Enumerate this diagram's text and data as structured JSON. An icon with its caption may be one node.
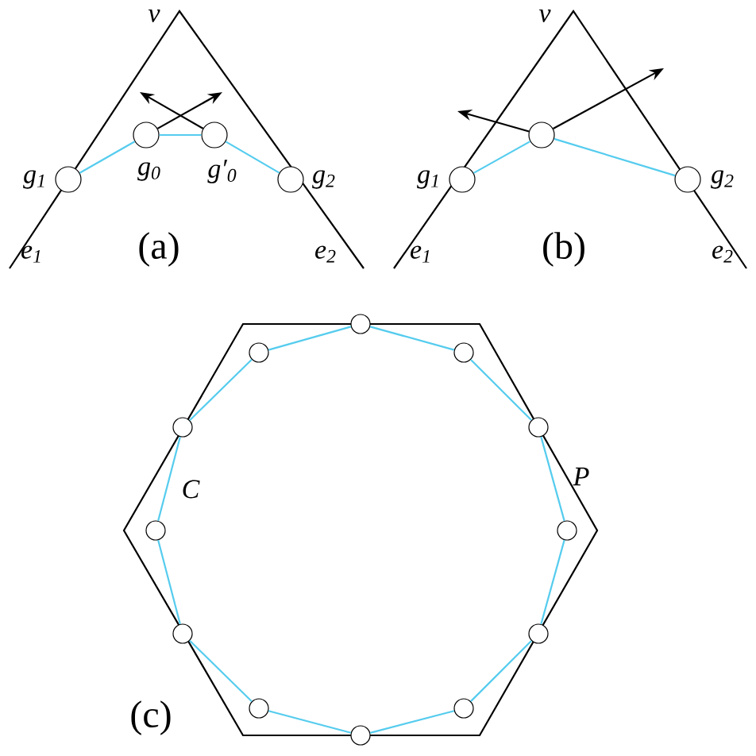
{
  "diagram": {
    "nodes": [
      {
        "text": [],
        "shape": "circle",
        "beside": [
          "g$_{1}$"
        ]
      },
      {
        "text": [],
        "shape": "circle",
        "beside": [
          "g$_{0}$"
        ]
      },
      {
        "text": [],
        "shape": "circle",
        "beside": [
          "g′$_{0}$"
        ]
      },
      {
        "text": [],
        "shape": "circle",
        "beside": [
          "g$_{2}$"
        ]
      },
      {
        "text": [],
        "shape": "circle",
        "beside": [
          "g$_{1}$"
        ]
      },
      {
        "text": [],
        "shape": "circle"
      },
      {
        "text": [],
        "shape": "circle",
        "beside": [
          "g$_{2}$"
        ]
      },
      {
        "text": [],
        "shape": "circle"
      },
      {
        "text": [],
        "shape": "circle"
      },
      {
        "text": [],
        "shape": "circle"
      },
      {
        "text": [],
        "shape": "circle"
      },
      {
        "text": [],
        "shape": "circle"
      },
      {
        "text": [],
        "shape": "circle"
      },
      {
        "text": [],
        "shape": "circle"
      },
      {
        "text": [],
        "shape": "circle"
      },
      {
        "text": [],
        "shape": "circle"
      },
      {
        "text": [],
        "shape": "circle"
      },
      {
        "text": [],
        "shape": "circle"
      },
      {
        "text": [],
        "shape": "circle"
      }
    ],
    "edges": [
      {
        "from": 0,
        "to": 1,
        "arrow": "none"
      },
      {
        "from": 1,
        "to": 2,
        "arrow": "none"
      },
      {
        "from": 2,
        "to": 3,
        "arrow": "none"
      },
      {
        "from": 1,
        "to": null,
        "arrow": "to",
        "color": "#000000"
      },
      {
        "from": 2,
        "to": null,
        "arrow": "to",
        "color": "#000000"
      },
      {
        "from": 4,
        "to": 5,
        "arrow": "none"
      },
      {
        "from": 5,
        "to": 6,
        "arrow": "none"
      },
      {
        "from": 5,
        "to": null,
        "arrow": "to",
        "color": "#000000"
      },
      {
        "from": 5,
        "to": null,
        "arrow": "to",
        "color": "#000000"
      },
      {
        "from": 7,
        "to": 9,
        "arrow": "none"
      },
      {
        "from": 9,
        "to": 11,
        "arrow": "none"
      },
      {
        "from": 11,
        "to": 13,
        "arrow": "none"
      },
      {
        "from": 13,
        "to": 15,
        "arrow": "none"
      },
      {
        "from": 15,
        "to": 17,
        "arrow": "none"
      },
      {
        "from": 17,
        "to": 18,
        "arrow": "none"
      },
      {
        "from": 18,
        "to": 16,
        "arrow": "none"
      },
      {
        "from": 16,
        "to": 14,
        "arrow": "none"
      },
      {
        "from": 14,
        "to": 12,
        "arrow": "none"
      },
      {
        "from": 12,
        "to": 10,
        "arrow": "none"
      },
      {
        "from": 10,
        "to": 8,
        "arrow": "none"
      },
      {
        "from": 8,
        "to": 7,
        "arrow": "none"
      }
    ],
    "labels": [
      "v",
      "v",
      "e$_{1}$",
      "(a)",
      "e$_{2}$",
      "e$_{1}$",
      "(b)",
      "e$_{2}$",
      "C",
      "P",
      "(c)"
    ]
  }
}
